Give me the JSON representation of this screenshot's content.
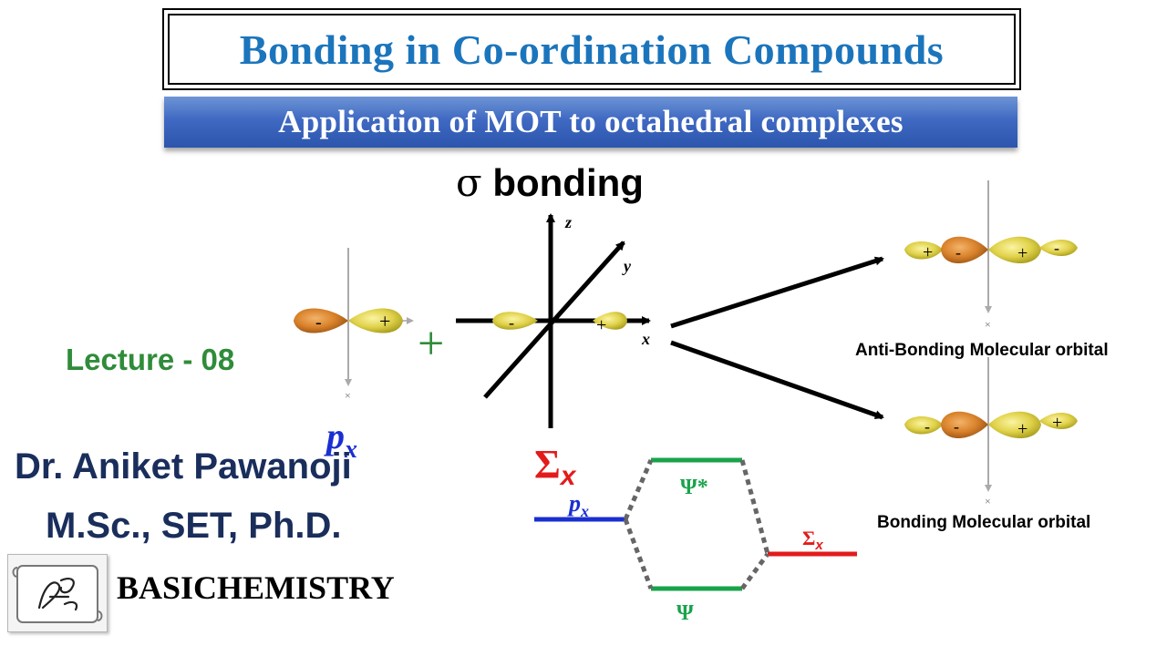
{
  "header": {
    "title": "Bonding in Co-ordination Compounds",
    "subtitle": "Application of MOT to octahedral complexes"
  },
  "diagram": {
    "heading_symbol": "σ",
    "heading_text": "bonding",
    "axes": {
      "z": "z",
      "y": "y",
      "x": "x"
    },
    "signs": {
      "plus": "+",
      "minus": "-"
    },
    "px_label": "p",
    "px_subscript": "x",
    "plus_operator": "+",
    "sigma_label": "Σ",
    "sigma_subscript": "x",
    "antibonding_label": "Anti-Bonding Molecular orbital",
    "bonding_label": "Bonding Molecular orbital",
    "axis_tick": "×"
  },
  "energy_diagram": {
    "left_level_label": "p",
    "left_level_subscript": "x",
    "right_level_label": "Σ",
    "right_level_subscript": "x",
    "upper_level_label": "Ψ*",
    "lower_level_label": "Ψ"
  },
  "sidebar": {
    "lecture": "Lecture - 08",
    "author": "Dr. Aniket Pawanoji",
    "degree": "M.Sc., SET, Ph.D.",
    "brand": "BASICHEMISTRY"
  },
  "colors": {
    "title_blue": "#1b75bc",
    "banner_blue": "#3f69c2",
    "lecture_green": "#2f8c3a",
    "author_navy": "#1a2e5c",
    "px_blue": "#1a2fd1",
    "sigma_red": "#e31b1b",
    "psi_green": "#19a34a",
    "lobe_orange": "#d9822b",
    "lobe_yellow": "#e0d24a"
  }
}
